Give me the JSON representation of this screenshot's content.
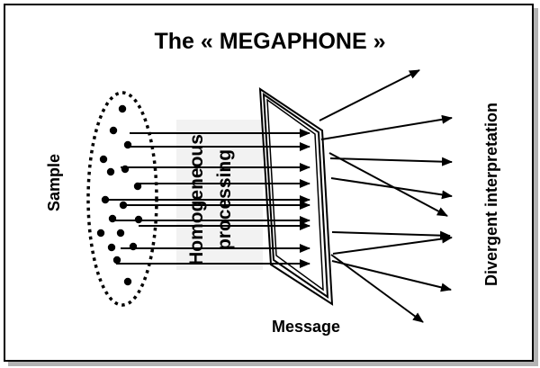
{
  "title": "The « MEGAPHONE »",
  "labels": {
    "sample": "Sample",
    "processing_line1": "Homogeneous",
    "processing_line2": "processing",
    "message": "Message",
    "interpretation": "Divergent interpretation"
  },
  "colors": {
    "ink": "#000000",
    "processing_band": "#f2f2f2",
    "frame_shadow": "#b3b3b3",
    "background": "#ffffff"
  }
}
